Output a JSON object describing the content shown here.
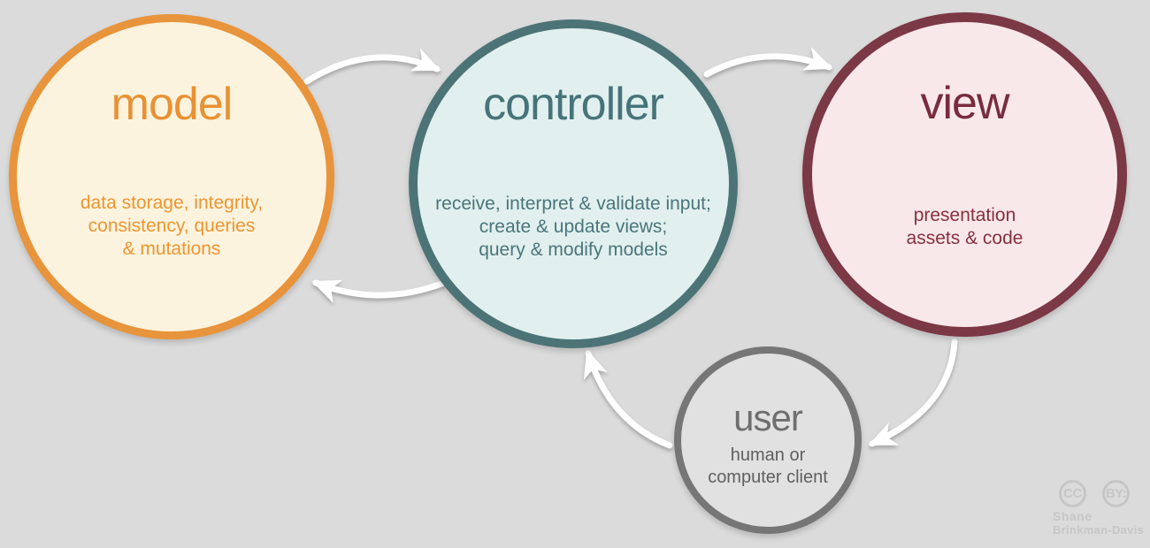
{
  "nodes": {
    "model": {
      "title": "model",
      "description": "data storage, integrity,\nconsistency, queries\n& mutations",
      "border_color": "#e8943c",
      "fill_color": "#fcf3de",
      "text_color": "#e89134"
    },
    "controller": {
      "title": "controller",
      "description": "receive, interpret & validate input;\ncreate & update views;\nquery & modify models",
      "border_color": "#4c7477",
      "fill_color": "#e1f0ee",
      "text_color": "#47737a"
    },
    "view": {
      "title": "view",
      "description": "presentation\nassets & code",
      "border_color": "#7b3845",
      "fill_color": "#f9e8ea",
      "text_color": "#782c3d"
    },
    "user": {
      "title": "user",
      "description": "human or\ncomputer client",
      "border_color": "#767676",
      "fill_color": "#e1e1e1",
      "text_color": "#6e6e6e"
    }
  },
  "arrows": [
    {
      "from": "model",
      "to": "controller"
    },
    {
      "from": "controller",
      "to": "view"
    },
    {
      "from": "controller",
      "to": "model"
    },
    {
      "from": "view",
      "to": "user"
    },
    {
      "from": "user",
      "to": "controller"
    }
  ],
  "attribution": {
    "cc_label": "CC",
    "by_label": "BY:",
    "author_line1": "Shane",
    "author_line2": "Brinkman-Davis"
  },
  "colors": {
    "background": "#dbdbdb",
    "arrow": "#ffffff",
    "attribution": "#c6c6c6"
  }
}
